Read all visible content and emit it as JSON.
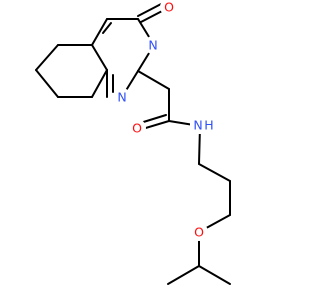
{
  "molecule": {
    "atoms": {
      "o_carbonyl_ring": {
        "symbol": "O",
        "color": "#ff0d0d"
      },
      "n_ring_2": {
        "symbol": "N",
        "color": "#3050f8"
      },
      "n_ring_1": {
        "symbol": "N",
        "color": "#3050f8"
      },
      "o_amide": {
        "symbol": "O",
        "color": "#ff0d0d"
      },
      "nh_amide": {
        "symbol": "N",
        "sub": "H",
        "color": "#3050f8"
      },
      "o_ether": {
        "symbol": "O",
        "color": "#ff0d0d"
      }
    },
    "bond_color": "#000000"
  }
}
